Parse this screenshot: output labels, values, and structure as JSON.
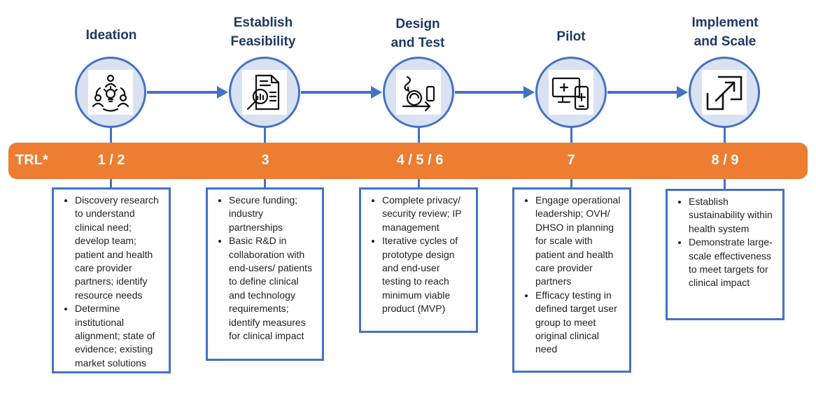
{
  "trl_label": "TRL*",
  "stages": [
    {
      "title": "Ideation",
      "icon": "ideation-collaboration-icon",
      "trl": "1 / 2",
      "bullets": [
        "Discovery research to understand clinical need; develop team; patient and health care provider partners; identify resource needs",
        "Determine institutional alignment; state of evidence; existing market solutions"
      ]
    },
    {
      "title": "Establish\nFeasibility",
      "icon": "research-document-magnifier-icon",
      "trl": "3",
      "bullets": [
        "Secure funding; industry partnerships",
        "Basic R&D in collaboration with end-users/ patients to define clinical and technology requirements; identify measures for clinical impact"
      ]
    },
    {
      "title": "Design\nand Test",
      "icon": "iterative-design-cycle-icon",
      "trl": "4 / 5 / 6",
      "bullets": [
        "Complete privacy/ security review; IP management",
        "Iterative cycles of prototype design and end-user testing to reach minimum viable product (MVP)"
      ]
    },
    {
      "title": "Pilot",
      "icon": "digital-health-devices-icon",
      "trl": "7",
      "bullets": [
        "Engage operational leadership; OVH/ DHSO in planning for scale with patient and health care provider partners",
        "Efficacy testing in defined target user group to meet original clinical need"
      ]
    },
    {
      "title": "Implement\nand Scale",
      "icon": "expand-arrow-icon",
      "trl": "8 / 9",
      "bullets": [
        "Establish sustainability within health system",
        "Demonstrate large-scale effectiveness to meet targets for clinical impact"
      ]
    }
  ],
  "colors": {
    "accent_blue": "#4472c4",
    "circle_fill": "#d9e2f3",
    "title_navy": "#1f3864",
    "trl_orange": "#ed7d31"
  }
}
